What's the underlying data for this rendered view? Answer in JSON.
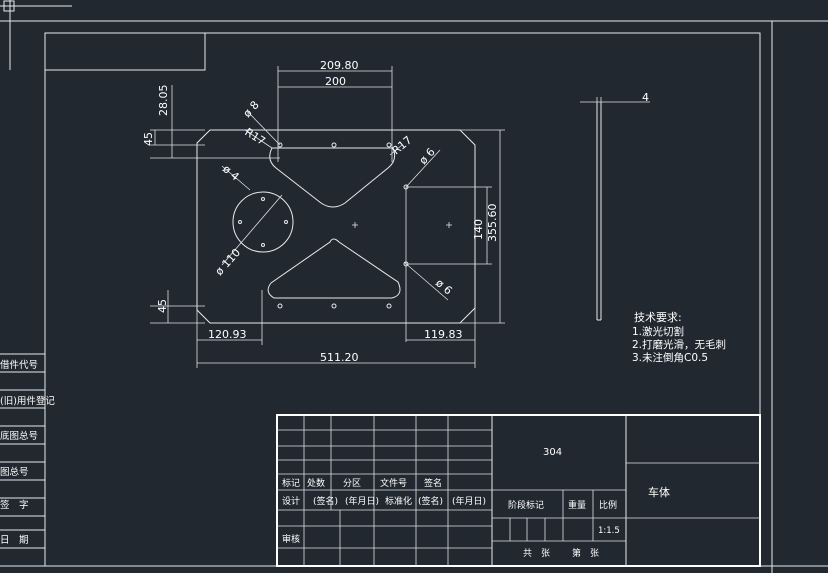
{
  "dimensions": {
    "top_outer": "209.80",
    "top_inner": "200",
    "left_top_a": "28.05",
    "left_top_b": "45",
    "left_bottom": "45",
    "hole_small": "ø 8",
    "radius_left": "R17",
    "radius_right": "R17",
    "hole_left": "ø 4",
    "hole_big": "ø 110",
    "hole_right_top": "ø 6",
    "hole_right_bottom": "ø 6",
    "right_140": "140",
    "right_355": "355.60",
    "bottom_left": "120.93",
    "bottom_right": "119.83",
    "bottom_total": "511.20",
    "thickness": "4"
  },
  "tech": {
    "title": "技术要求:",
    "line1": "1.激光切割",
    "line2": "2.打磨光滑，无毛刺",
    "line3": "3.未注倒角C0.5"
  },
  "side_labels": [
    "借件代号",
    "(旧)用件登记",
    "底图总号",
    "图总号",
    "签　字",
    "日　期"
  ],
  "title_block": {
    "material": "304",
    "part_name": "车体",
    "col_headers": [
      "标记",
      "处数",
      "分区",
      "文件号",
      "签名"
    ],
    "design_row": [
      "设计",
      "(签名)",
      "(年月日)",
      "标准化",
      "(签名)",
      "(年月日)"
    ],
    "check": "审核",
    "stage_mark": "阶段标记",
    "weight": "重量",
    "scale_label": "比例",
    "scale_value": "1:1.5",
    "total_sheets": "共　张",
    "sheet_no": "第　张"
  }
}
